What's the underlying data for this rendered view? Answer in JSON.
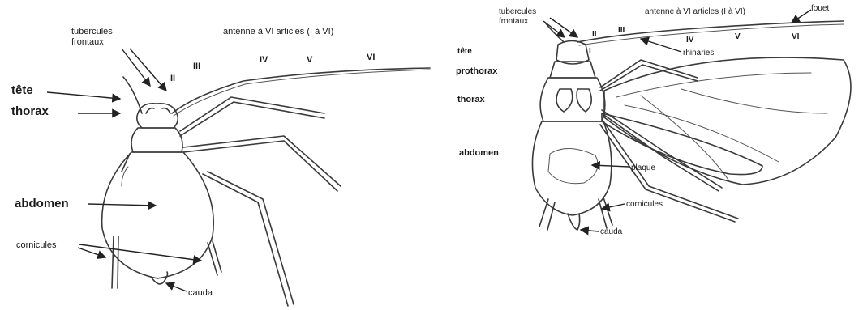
{
  "left": {
    "tubercules_line1": "tubercules",
    "tubercules_line2": "frontaux",
    "antenne": "antenne à VI articles (I à VI)",
    "roman": [
      "II",
      "III",
      "IV",
      "V",
      "VI"
    ],
    "tete": "tête",
    "thorax": "thorax",
    "abdomen": "abdomen",
    "cornicules": "cornicules",
    "cauda": "cauda"
  },
  "right": {
    "tubercules_line1": "tubercules",
    "tubercules_line2": "frontaux",
    "antenne": "antenne à VI articles (I à VI)",
    "fouet": "fouet",
    "roman": [
      "I",
      "II",
      "III",
      "IV",
      "V",
      "VI"
    ],
    "rhinaries": "rhinaries",
    "tete": "tête",
    "prothorax": "prothorax",
    "thorax": "thorax",
    "abdomen": "abdomen",
    "plaque": "plaque",
    "cornicules": "cornicules",
    "cauda": "cauda"
  }
}
